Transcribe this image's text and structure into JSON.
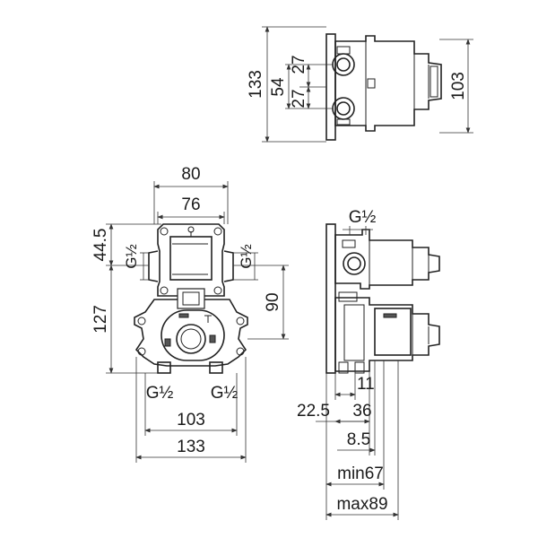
{
  "top_view": {
    "overall_height": "133",
    "center_spacing": "54",
    "upper_half": "27",
    "lower_half": "27",
    "body_height": "103"
  },
  "front_view": {
    "width_outer": "80",
    "width_inner": "76",
    "top_offset": "44.5",
    "upper_port_left": "G½",
    "upper_port_right": "G½",
    "left_height": "127",
    "right_height": "90",
    "bottom_port_left": "G½",
    "bottom_port_right": "G½",
    "bottom_spacing": "103",
    "bottom_overall": "133"
  },
  "side_view": {
    "top_port": "G½",
    "dim_11": "11",
    "dim_22_5": "22.5",
    "dim_36": "36",
    "dim_8_5": "8.5",
    "min_depth": "min67",
    "max_depth": "max89"
  }
}
